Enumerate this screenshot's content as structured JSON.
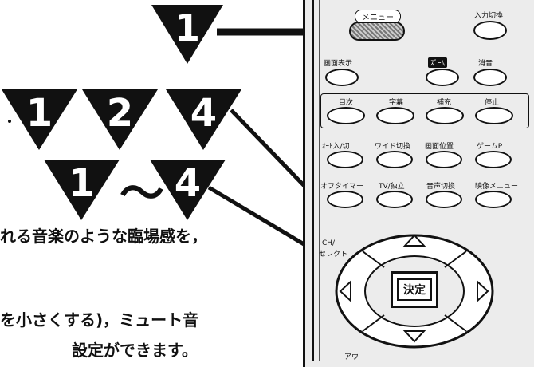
{
  "steps": {
    "top": "1",
    "row2": [
      "1",
      "2",
      "4"
    ],
    "row3_start": "1",
    "row3_tilde": "〜",
    "row3_end": "4"
  },
  "text": {
    "line1": "れる音楽のような臨場感を，",
    "line2": "を小さくする)，ミュート音",
    "line3": "設定ができます。"
  },
  "remote": {
    "menu_label": "メニュー",
    "input_switch": "入力切換",
    "screen_display": "画面表示",
    "mute_badge": "ｽﾞｰﾑ",
    "erase": "消音",
    "contents": "目次",
    "subtitle": "字幕",
    "supplement": "補充",
    "stop": "停止",
    "auto_in_out": "ｵｰﾄ入/切",
    "wide_switch": "ワイド切換",
    "screen_position": "画面位置",
    "game_p": "ゲームP",
    "off_timer": "オフタイマー",
    "tv_separate": "TV/独立",
    "audio_switch": "音声切換",
    "video_menu": "映像メニュー",
    "ch_select_1": "CH/",
    "ch_select_2": "セレクト",
    "enter": "決定",
    "bottom_label": "アウ"
  },
  "colors": {
    "ink": "#111111",
    "remote_body": "#ececec"
  }
}
